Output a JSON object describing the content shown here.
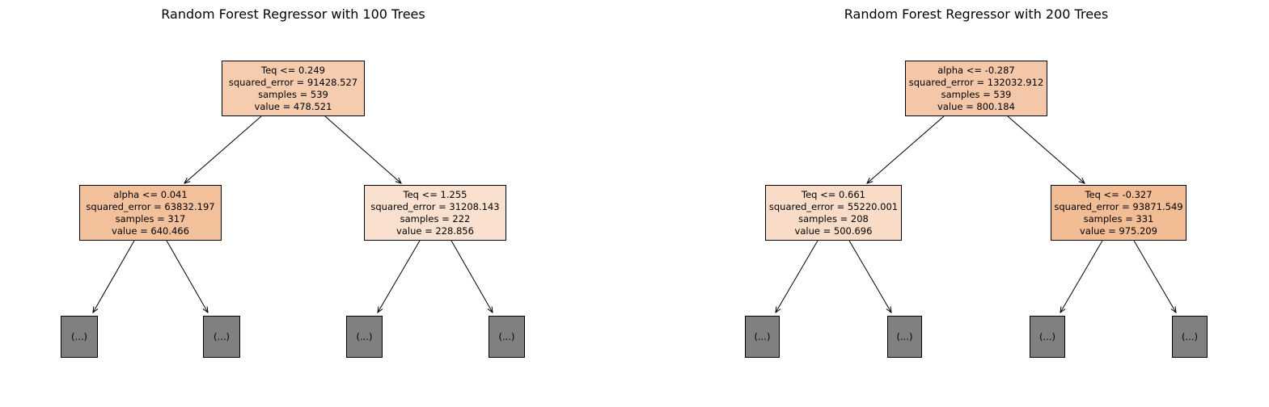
{
  "trees": [
    {
      "title": "Random Forest Regressor with 100 Trees",
      "root": {
        "lines": [
          "Teq <= 0.249",
          "squared_error = 91428.527",
          "samples = 539",
          "value = 478.521"
        ],
        "fill": "#f6ccaf"
      },
      "left": {
        "lines": [
          "alpha <= 0.041",
          "squared_error = 63832.197",
          "samples = 317",
          "value = 640.466"
        ],
        "fill": "#f3c09c"
      },
      "right": {
        "lines": [
          "Teq <= 1.255",
          "squared_error = 31208.143",
          "samples = 222",
          "value = 228.856"
        ],
        "fill": "#f9e0cf"
      },
      "leaf_label": "(...)"
    },
    {
      "title": "Random Forest Regressor with 200 Trees",
      "root": {
        "lines": [
          "alpha <= -0.287",
          "squared_error = 132032.912",
          "samples = 539",
          "value = 800.184"
        ],
        "fill": "#f4c7a8"
      },
      "left": {
        "lines": [
          "Teq <= 0.661",
          "squared_error = 55220.001",
          "samples = 208",
          "value = 500.696"
        ],
        "fill": "#f8dcc8"
      },
      "right": {
        "lines": [
          "Teq <= -0.327",
          "squared_error = 93871.549",
          "samples = 331",
          "value = 975.209"
        ],
        "fill": "#f2bc95"
      },
      "leaf_label": "(...)"
    }
  ]
}
